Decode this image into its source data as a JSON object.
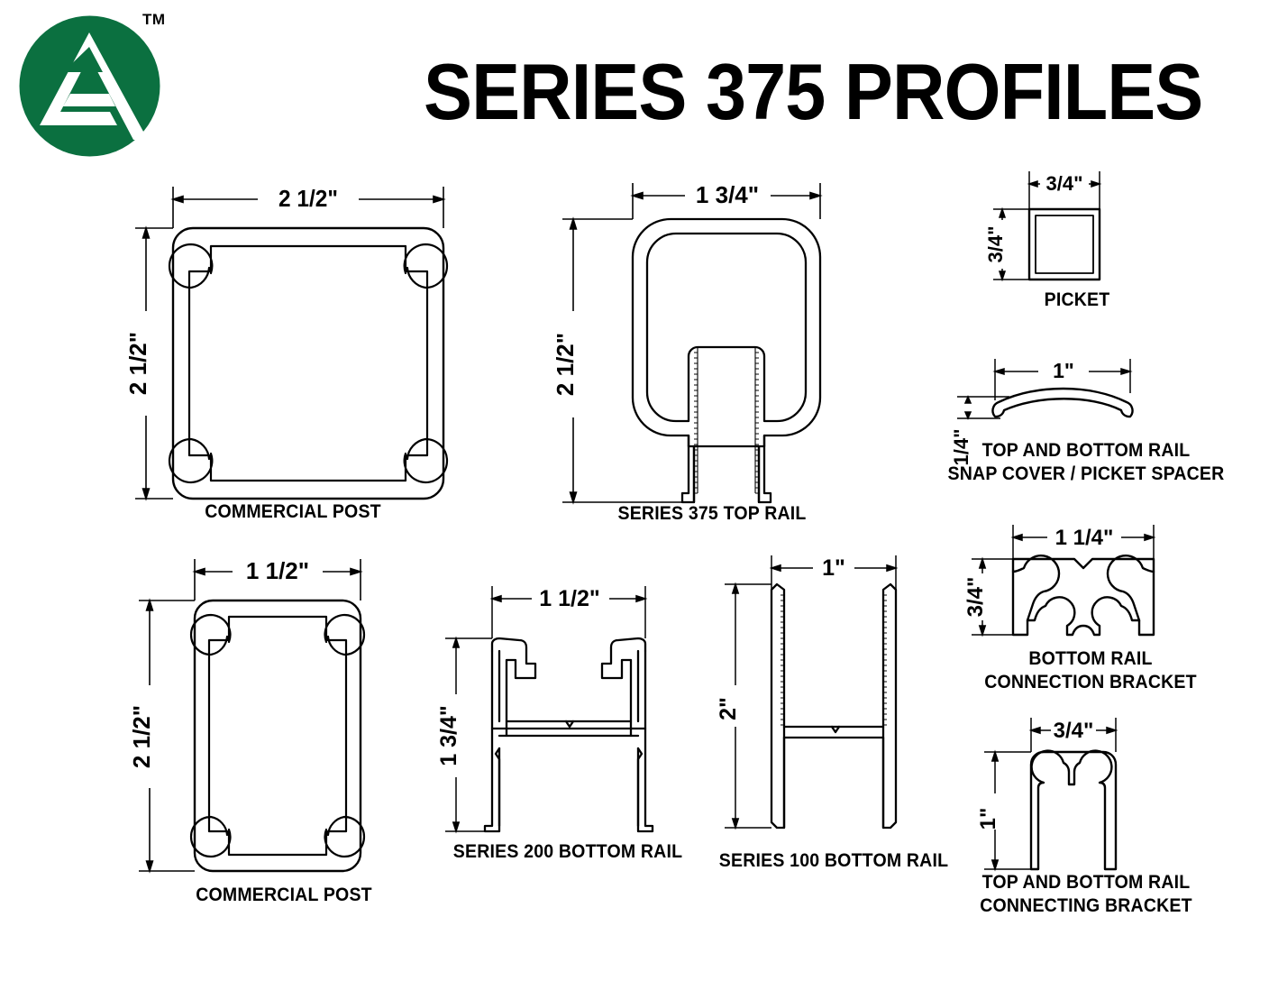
{
  "header": {
    "title": "SERIES 375 PROFILES",
    "trademark": "TM",
    "logo_color": "#0b7040",
    "logo_name": "company-monogram-logo"
  },
  "line_color": "#000000",
  "background": "#ffffff",
  "profiles": [
    {
      "id": "commercial-post-square",
      "caption": "COMMERCIAL POST",
      "width_label": "2 1/2\"",
      "height_label": "2 1/2\"",
      "shape": "square tube with four corner screw bosses"
    },
    {
      "id": "series-375-top-rail",
      "caption": "SERIES 375 TOP RAIL",
      "width_label": "1 3/4\"",
      "height_label": "2 1/2\"",
      "shape": "rounded cap with downward serrated U-channel"
    },
    {
      "id": "picket",
      "caption": "PICKET",
      "width_label": "3/4\"",
      "height_label": "3/4\"",
      "shape": "square tube"
    },
    {
      "id": "snap-cover-picket-spacer",
      "caption": "TOP AND BOTTOM RAIL\nSNAP COVER / PICKET SPACER",
      "width_label": "1\"",
      "height_label": "1/4\"",
      "shape": "shallow arc with curled edges"
    },
    {
      "id": "commercial-post-rect",
      "caption": "COMMERCIAL POST",
      "width_label": "1 1/2\"",
      "height_label": "2 1/2\"",
      "shape": "rectangular tube with four corner screw bosses"
    },
    {
      "id": "series-200-bottom-rail",
      "caption": "SERIES 200 BOTTOM RAIL",
      "width_label": "1 1/2\"",
      "height_label": "1 3/4\"",
      "shape": "H section with hooked top flanges"
    },
    {
      "id": "series-100-bottom-rail",
      "caption": "SERIES 100 BOTTOM RAIL",
      "width_label": "1\"",
      "height_label": "2\"",
      "shape": "narrow H section with serrated upper walls"
    },
    {
      "id": "bottom-rail-connection-bracket",
      "caption": "BOTTOM RAIL\nCONNECTION BRACKET",
      "width_label": "1 1/4\"",
      "height_label": "3/4\"",
      "shape": "symmetric lobed bracket"
    },
    {
      "id": "top-bottom-rail-connecting-bracket",
      "caption": "TOP AND BOTTOM RAIL\nCONNECTING BRACKET",
      "width_label": "3/4\"",
      "height_label": "1\"",
      "shape": "inverted U bracket with two screw bosses"
    }
  ]
}
